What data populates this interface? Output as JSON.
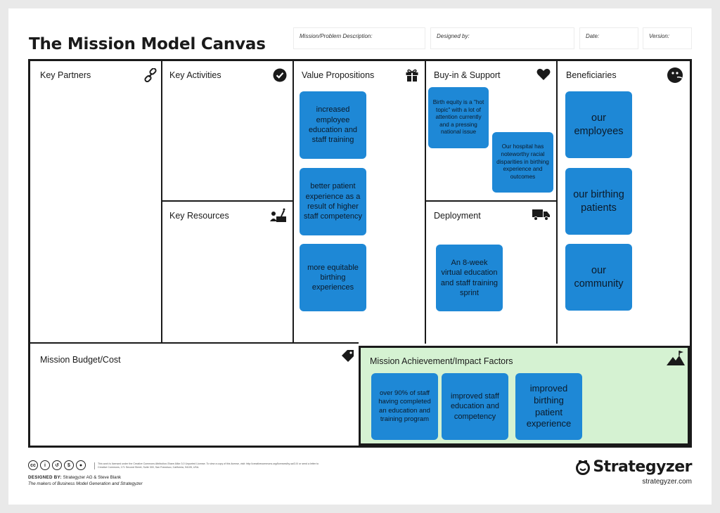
{
  "title": "The Mission Model Canvas",
  "header_fields": {
    "mission": "Mission/Problem Description:",
    "designed_by": "Designed by:",
    "date": "Date:",
    "version": "Version:"
  },
  "blocks": {
    "key_partners": "Key Partners",
    "key_activities": "Key Activities",
    "key_resources": "Key Resources",
    "value_propositions": "Value Propositions",
    "buy_in_support": "Buy-in & Support",
    "deployment": "Deployment",
    "beneficiaries": "Beneficiaries",
    "mission_budget": "Mission Budget/Cost",
    "mission_achievement": "Mission Achievement/Impact Factors"
  },
  "notes": {
    "value_propositions": [
      "increased employee education and staff training",
      "better patient experience as a result of higher staff competency",
      "more equitable birthing experiences"
    ],
    "buy_in_support": [
      "Birth equity is a \"hot topic\" with a lot of attention currently and a pressing national issue",
      "Our hospital has noteworthy racial disparities in birthing experience and outcomes"
    ],
    "deployment": [
      "An 8-week virtual education and staff training sprint"
    ],
    "beneficiaries": [
      "our employees",
      "our birthing patients",
      "our community"
    ],
    "mission_achievement": [
      "over 90% of staff having completed an education and training program",
      "improved staff education and competency",
      "improved birthing patient experience"
    ]
  },
  "icons": {
    "key_partners": "link-icon",
    "key_activities": "check-circle-icon",
    "key_resources": "worker-icon",
    "value_propositions": "gift-icon",
    "buy_in_support": "heart-icon",
    "deployment": "truck-icon",
    "beneficiaries": "face-icon",
    "mission_budget": "price-tag-icon",
    "mission_achievement": "mountain-flag-icon"
  },
  "colors": {
    "note": "#1e88d6",
    "impact_bg": "#d5f2d2"
  },
  "footer": {
    "license_text": "This work is licensed under the Creative Commons Attribution-Share Alike 3.0 Unported License. To view a copy of this license, visit: http://creativecommons.org/licenses/by-sa/3.0/ or send a letter to Creative Commons, 171 Second Street, Suite 300, San Francisco, California, 94105, USA.",
    "designed_by_label": "DESIGNED BY:",
    "designed_by_value": "Strategyzer AG & Steve Blank",
    "makers": "The makers of Business Model Generation and Strategyzer",
    "brand": "Strategyzer",
    "brand_url": "strategyzer.com"
  }
}
